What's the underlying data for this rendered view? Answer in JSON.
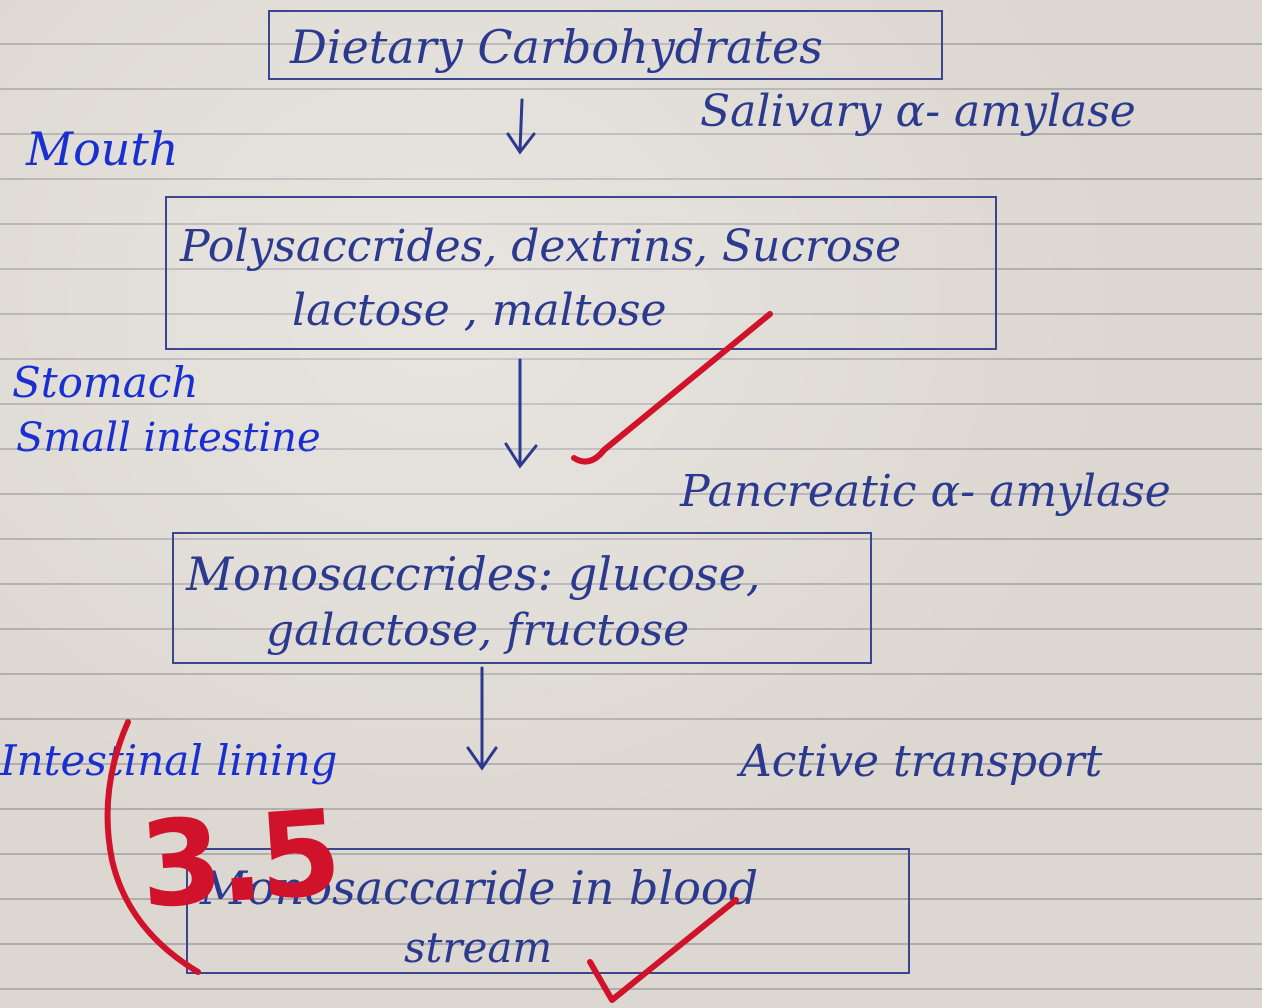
{
  "diagram": {
    "box1": "Dietary Carbohydrates",
    "enzyme1": "Salivary α- amylase",
    "site_mouth": "Mouth",
    "box2_line1": "Polysaccrides, dextrins, Sucrose",
    "box2_line2": "lactose , maltose",
    "site_stomach": "Stomach",
    "site_small_intestine": "Small intestine",
    "enzyme2": "Pancreatic α- amylase",
    "box3_line1": "Monosaccrides: glucose,",
    "box3_line2": "galactose, fructose",
    "site_intestinal_lining": "Intestinal lining",
    "process": "Active transport",
    "box4_line1": "Monosaccaride in blood",
    "box4_line2": "stream"
  },
  "grade": {
    "score": "3.5"
  },
  "colors": {
    "ink": "#2b3a8f",
    "highlight_ink": "#1a2fd1",
    "marking": "#d0122a",
    "paper": "#dcd7d0"
  }
}
